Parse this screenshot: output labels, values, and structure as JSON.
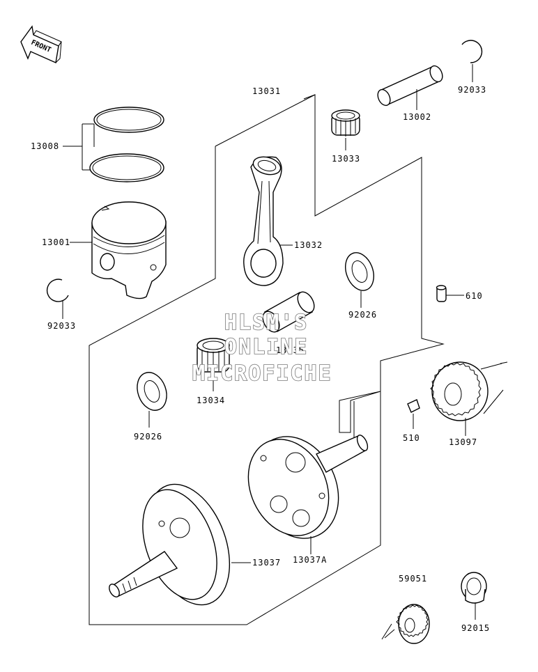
{
  "front_label": "FRONT",
  "watermark": {
    "line1": "HLSM'S",
    "line2": "ONLINE",
    "line3": "MICROFICHE"
  },
  "part_labels": {
    "p13031": "13031",
    "p92033_top": "92033",
    "p13002": "13002",
    "p13033": "13033",
    "p13008": "13008",
    "p13001": "13001",
    "p13032": "13032",
    "p92026_right": "92026",
    "p92033_left": "92033",
    "p13035": "13035",
    "p13034": "13034",
    "p92026_left": "92026",
    "p610": "610",
    "p510": "510",
    "p13097": "13097",
    "p13037": "13037",
    "p13037A": "13037A",
    "p59051": "59051",
    "p92015": "92015"
  }
}
